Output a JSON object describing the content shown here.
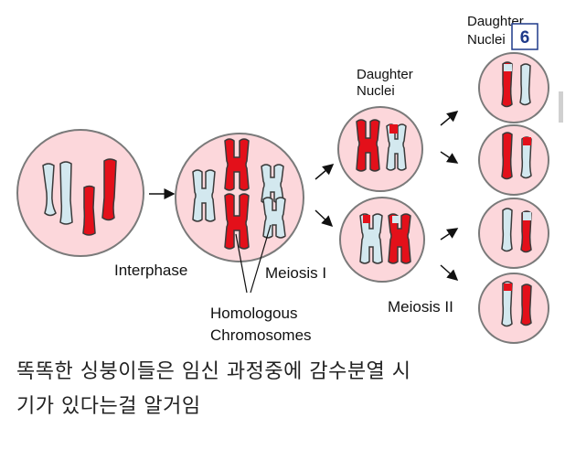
{
  "labels": {
    "interphase": "Interphase",
    "meiosis_1": "Meiosis I",
    "homologous_line1": "Homologous",
    "homologous_line2": "Chromosomes",
    "daughter_nuclei_mid_line1": "Daughter",
    "daughter_nuclei_mid_line2": "Nuclei",
    "daughter_nuclei_top_line1": "Daughter",
    "daughter_nuclei_top_line2": "Nuclei",
    "meiosis_2": "Meiosis II",
    "badge": "6"
  },
  "caption": {
    "line1": "똑똑한 싱붕이들은 임신 과정중에 감수분열 시",
    "line2": "기가 있다는걸 알거임"
  },
  "colors": {
    "cell_fill": "#fcd7db",
    "cell_stroke": "#7a7a7a",
    "paternal": "#e3101a",
    "maternal": "#d3e8ef",
    "chrom_stroke": "#3a3a3a",
    "badge_text": "#1f3a8a"
  }
}
